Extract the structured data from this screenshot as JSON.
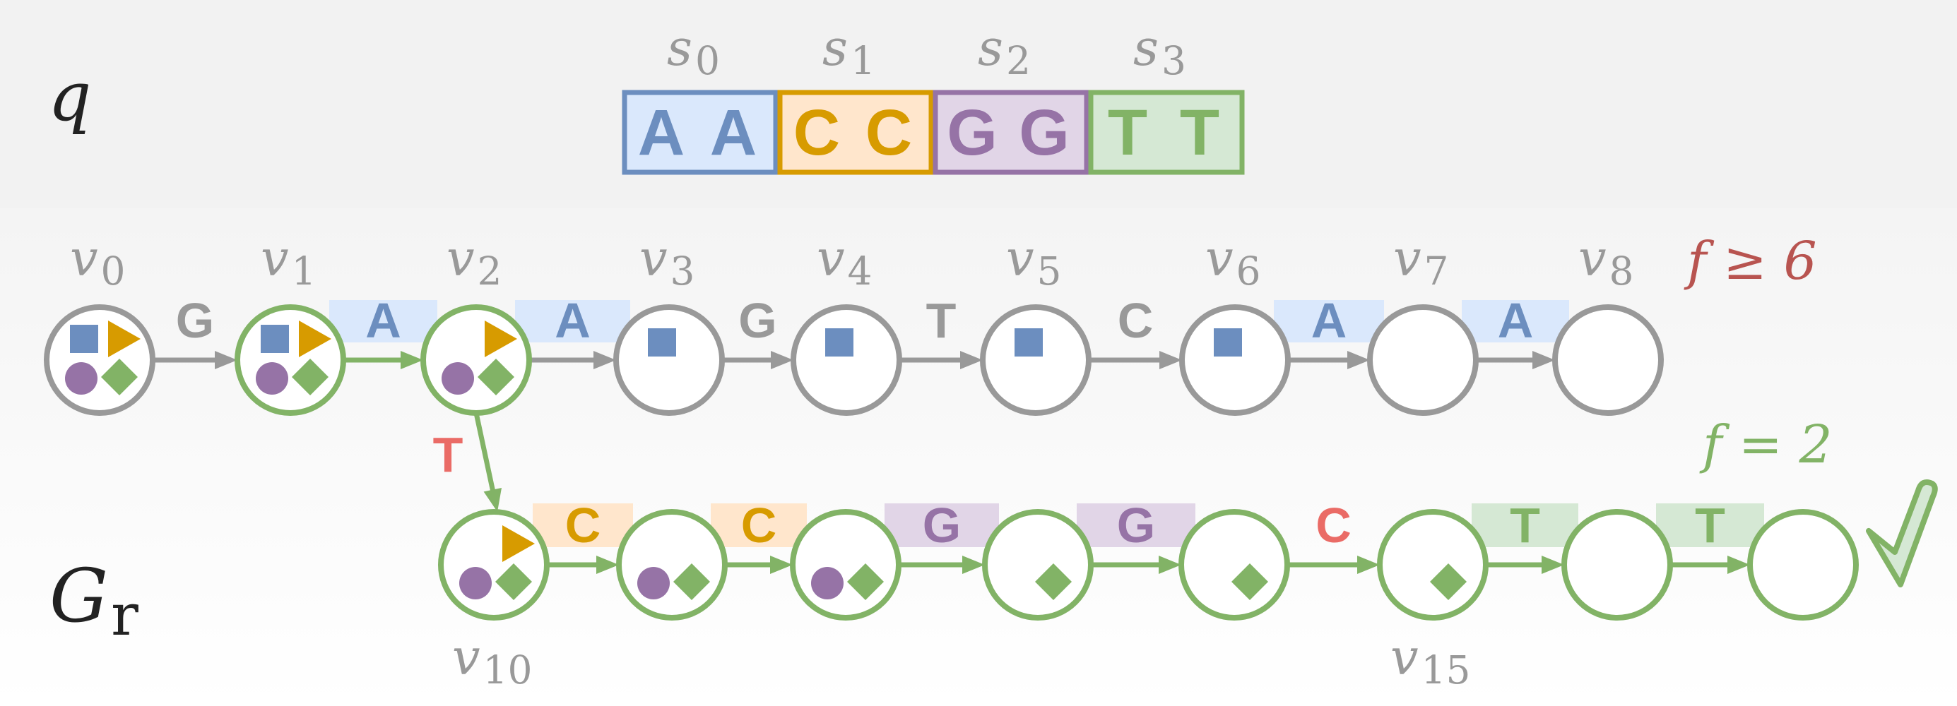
{
  "query": {
    "label": "q",
    "segments": [
      {
        "name": "s",
        "sub": "0",
        "letters": [
          "A",
          "A"
        ],
        "color": "#6C8EBF",
        "fill": "#DAE8FC"
      },
      {
        "name": "s",
        "sub": "1",
        "letters": [
          "C",
          "C"
        ],
        "color": "#D79B00",
        "fill": "#FFE6CC"
      },
      {
        "name": "s",
        "sub": "2",
        "letters": [
          "G",
          "G"
        ],
        "color": "#9673A6",
        "fill": "#E1D5E7"
      },
      {
        "name": "s",
        "sub": "3",
        "letters": [
          "T",
          "T"
        ],
        "color": "#82B366",
        "fill": "#D5E8D4"
      }
    ]
  },
  "graph": {
    "label": "G",
    "label_sub": "r",
    "top_path": {
      "nodes": [
        {
          "name": "v",
          "sub": "0",
          "border": "gray",
          "markers": [
            "square",
            "triangle",
            "circle",
            "diamond"
          ]
        },
        {
          "name": "v",
          "sub": "1",
          "border": "green",
          "markers": [
            "square",
            "triangle",
            "circle",
            "diamond"
          ]
        },
        {
          "name": "v",
          "sub": "2",
          "border": "green",
          "markers": [
            "triangle",
            "circle",
            "diamond"
          ]
        },
        {
          "name": "v",
          "sub": "3",
          "border": "gray",
          "markers": [
            "square"
          ]
        },
        {
          "name": "v",
          "sub": "4",
          "border": "gray",
          "markers": [
            "square"
          ]
        },
        {
          "name": "v",
          "sub": "5",
          "border": "gray",
          "markers": [
            "square"
          ]
        },
        {
          "name": "v",
          "sub": "6",
          "border": "gray",
          "markers": [
            "square"
          ]
        },
        {
          "name": "v",
          "sub": "7",
          "border": "gray",
          "markers": []
        },
        {
          "name": "v",
          "sub": "8",
          "border": "gray",
          "markers": []
        }
      ],
      "edges": [
        {
          "label": "G",
          "color": "gray",
          "label_color": "gray",
          "highlight": null
        },
        {
          "label": "A",
          "color": "green",
          "label_color": "blue",
          "highlight": "blue"
        },
        {
          "label": "A",
          "color": "gray",
          "label_color": "blue",
          "highlight": "blue"
        },
        {
          "label": "G",
          "color": "gray",
          "label_color": "gray",
          "highlight": null
        },
        {
          "label": "T",
          "color": "gray",
          "label_color": "gray",
          "highlight": null
        },
        {
          "label": "C",
          "color": "gray",
          "label_color": "gray",
          "highlight": null
        },
        {
          "label": "A",
          "color": "gray",
          "label_color": "blue",
          "highlight": "blue"
        },
        {
          "label": "A",
          "color": "gray",
          "label_color": "blue",
          "highlight": "blue"
        }
      ],
      "frequency": {
        "prefix": "f",
        "op": "≥",
        "value": "6",
        "color": "#B85450"
      }
    },
    "branch_edge": {
      "label": "T",
      "color": "#EA6B66"
    },
    "bottom_path": {
      "start_label": {
        "name": "v",
        "sub": "10"
      },
      "mid_label": {
        "name": "v",
        "sub": "15"
      },
      "nodes": [
        {
          "markers": [
            "triangle",
            "circle",
            "diamond"
          ]
        },
        {
          "markers": [
            "circle",
            "diamond"
          ]
        },
        {
          "markers": [
            "circle",
            "diamond"
          ]
        },
        {
          "markers": [
            "diamond"
          ]
        },
        {
          "markers": [
            "diamond"
          ]
        },
        {
          "markers": [
            "diamond"
          ]
        },
        {
          "markers": []
        },
        {
          "markers": []
        }
      ],
      "edges": [
        {
          "label": "C",
          "label_color": "orange",
          "highlight": "orange"
        },
        {
          "label": "C",
          "label_color": "orange",
          "highlight": "orange"
        },
        {
          "label": "G",
          "label_color": "purple",
          "highlight": "purple"
        },
        {
          "label": "G",
          "label_color": "purple",
          "highlight": "purple"
        },
        {
          "label": "C",
          "label_color": "red",
          "highlight": null
        },
        {
          "label": "T",
          "label_color": "green",
          "highlight": "green"
        },
        {
          "label": "T",
          "label_color": "green",
          "highlight": "green"
        }
      ],
      "frequency": {
        "prefix": "f",
        "op": "=",
        "value": "2",
        "color": "#82B366"
      },
      "check_icon": "check-mark-icon"
    }
  },
  "colors": {
    "gray": "#999999",
    "green": "#82B366",
    "blue": "#6C8EBF",
    "orange": "#D79B00",
    "purple": "#9673A6",
    "red": "#EA6B66",
    "blue_fill": "#DAE8FC",
    "orange_fill": "#FFE6CC",
    "purple_fill": "#E1D5E7",
    "green_fill": "#D5E8D4",
    "header_bg": "#F2F2F2"
  }
}
